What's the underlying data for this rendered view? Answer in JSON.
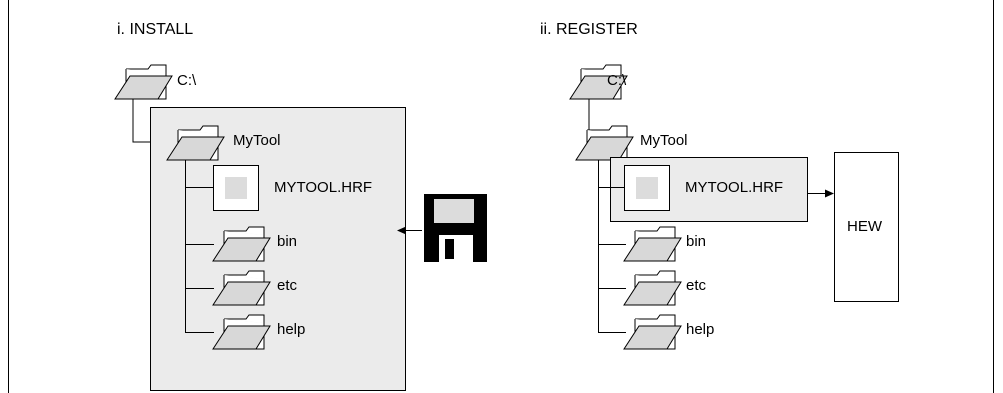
{
  "sections": [
    {
      "heading": "i. INSTALL",
      "root": "C:\\",
      "folder": "MyTool",
      "file": "MYTOOL.HRF",
      "subfolders": [
        "bin",
        "etc",
        "help"
      ]
    },
    {
      "heading": "ii. REGISTER",
      "root": "C:\\",
      "folder": "MyTool",
      "file": "MYTOOL.HRF",
      "subfolders": [
        "bin",
        "etc",
        "help"
      ],
      "target": "HEW"
    }
  ],
  "icons": {
    "folder": "folder-icon",
    "file": "hrf-file-icon",
    "media": "floppy-disk-icon",
    "arrow": "arrow-icon"
  },
  "colors": {
    "box_fill": "#ebebeb",
    "folder_fill": "#d8d8d8",
    "file_inner": "#dcdcdc",
    "stroke": "#000000"
  }
}
